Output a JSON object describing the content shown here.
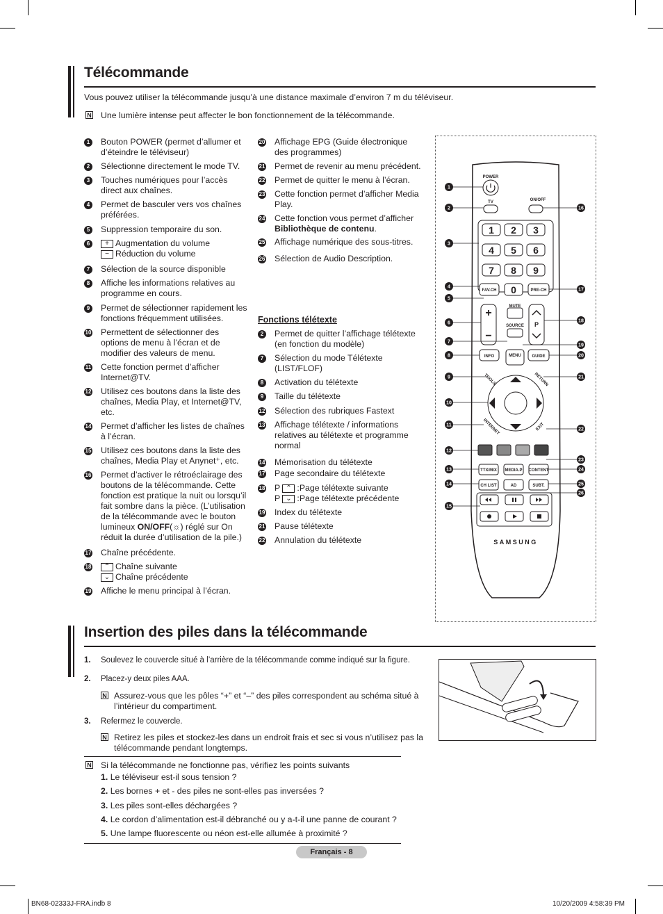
{
  "section1": {
    "title": "Télécommande",
    "intro": "Vous pouvez utiliser la télécommande jusqu’à une distance maximale d’environ 7 m du téléviseur.",
    "note": "Une lumière intense peut affecter le bon fonctionnement de la télécommande."
  },
  "left_items": [
    {
      "n": "1",
      "t": "Bouton POWER (permet d’allumer et\nd’éteindre le téléviseur)"
    },
    {
      "n": "2",
      "t": "Sélectionne directement le mode TV."
    },
    {
      "n": "3",
      "t": "Touches numériques pour l’accès\ndirect aux chaînes."
    },
    {
      "n": "4",
      "t": "Permet de basculer vers vos chaînes\npréférées."
    },
    {
      "n": "5",
      "t": "Suppression temporaire du son."
    },
    {
      "n": "6",
      "t": ""
    },
    {
      "n": "7",
      "t": "Sélection de la source disponible"
    },
    {
      "n": "8",
      "t": "Affiche les informations relatives au\nprogramme en cours."
    },
    {
      "n": "9",
      "t": "Permet de sélectionner rapidement les\nfonctions fréquemment utilisées."
    },
    {
      "n": "10",
      "t": "Permettent de sélectionner des\noptions de menu à l’écran et de\nmodifier des valeurs de menu."
    },
    {
      "n": "11",
      "t": "Cette fonction permet d’afficher\nInternet@TV."
    },
    {
      "n": "12",
      "t": "Utilisez ces boutons dans la liste des\nchaînes, Media Play, et Internet@TV,\netc."
    },
    {
      "n": "14",
      "t": "Permet d’afficher les listes de chaînes\nà l’écran."
    },
    {
      "n": "15",
      "t": "Utilisez ces boutons dans la liste des\nchaînes, Media Play et Anynet⁺, etc."
    },
    {
      "n": "16",
      "t": ""
    },
    {
      "n": "17",
      "t": "Chaîne précédente."
    },
    {
      "n": "18",
      "t": ""
    },
    {
      "n": "19",
      "t": "Affiche le menu principal à l’écran."
    }
  ],
  "item6": {
    "plus": "Augmentation du volume",
    "minus": "Réduction du volume"
  },
  "item16": {
    "a": "Permet d’activer le rétroéclairage des\nboutons de la télécommande. Cette\nfonction est pratique la nuit ou lorsqu’il\nfait sombre dans la pièce. (L’utilisation\nde la télécommande avec le bouton\nlumineux ",
    "b": "ON/OFF",
    "c": "(",
    "d": ") réglé sur On\nréduit la durée d’utilisation de la pile.)"
  },
  "item18": {
    "up": "Chaîne suivante",
    "down": "Chaîne précédente"
  },
  "right_items": [
    {
      "n": "20",
      "t": "Affichage EPG (Guide électronique\ndes programmes)"
    },
    {
      "n": "21",
      "t": "Permet de revenir au menu précédent."
    },
    {
      "n": "22",
      "t": "Permet de quitter le menu à l’écran."
    },
    {
      "n": "23",
      "t": "Cette fonction permet d’afficher Media\nPlay."
    },
    {
      "n": "24",
      "t": ""
    },
    {
      "n": "25",
      "t": "Affichage numérique des sous-titres."
    },
    {
      "n": "26",
      "t": "Sélection de Audio Description."
    }
  ],
  "item24": {
    "a": "Cette fonction vous permet d’afficher",
    "b": "Bibliothèque de contenu",
    "c": "."
  },
  "teletext": {
    "title": "Fonctions télétexte",
    "items": [
      {
        "n": "2",
        "t": "Permet de quitter l’affichage télétexte\n(en fonction du modèle)"
      },
      {
        "n": "7",
        "t": "Sélection du mode Télétexte\n(LIST/FLOF)"
      },
      {
        "n": "8",
        "t": "Activation du télétexte"
      },
      {
        "n": "9",
        "t": "Taille du télétexte"
      },
      {
        "n": "12",
        "t": "Sélection des rubriques Fastext"
      },
      {
        "n": "13",
        "t": "Affichage télétexte / informations\nrelatives au télétexte et programme\nnormal"
      },
      {
        "n": "14",
        "t": "Mémorisation du télétexte"
      },
      {
        "n": "17",
        "t": "Page secondaire du télétexte"
      },
      {
        "n": "18",
        "t": ""
      },
      {
        "n": "19",
        "t": "Index du télétexte"
      },
      {
        "n": "21",
        "t": "Pause télétexte"
      },
      {
        "n": "22",
        "t": "Annulation du télétexte"
      }
    ],
    "item18": {
      "p": "P",
      "up": ":Page télétexte suivante",
      "down": ":Page télétexte précédente"
    }
  },
  "remote": {
    "labels": {
      "power": "POWER",
      "tv": "TV",
      "onoff": "ON/OFF",
      "favch": "FAV.CH",
      "prech": "PRE-CH",
      "mute": "MUTE",
      "source": "SOURCE",
      "p": "P",
      "info": "INFO",
      "menu": "MENU",
      "guide": "GUIDE",
      "tools": "TOOLS",
      "return": "RETURN",
      "internet": "INTERNET",
      "exit": "EXIT",
      "ttx": "TTX/MIX",
      "mediap": "MEDIA.P",
      "content": "CONTENT",
      "chlist": "CH LIST",
      "ad": "AD",
      "subt": "SUBT.",
      "brand": "SAMSUNG"
    },
    "digits": [
      "1",
      "2",
      "3",
      "4",
      "5",
      "6",
      "7",
      "8",
      "9",
      "0"
    ],
    "left_callouts": [
      "1",
      "2",
      "3",
      "4",
      "5",
      "6",
      "7",
      "8",
      "9",
      "10",
      "11",
      "12",
      "13",
      "14",
      "15"
    ],
    "right_callouts": [
      "16",
      "17",
      "18",
      "19",
      "20",
      "21",
      "22",
      "23",
      "24",
      "25",
      "26"
    ]
  },
  "section2": {
    "title": "Insertion des piles dans la télécommande",
    "steps": [
      {
        "n": "1.",
        "t": "Soulevez le couvercle situé à l’arrière de la télécommande comme indiqué sur la figure."
      },
      {
        "n": "2.",
        "t": "Placez-y deux piles AAA."
      },
      {
        "n": "3.",
        "t": "Refermez le couvercle."
      }
    ],
    "note2": "Assurez-vous que les pôles “+” et “–” des piles correspondent au schéma situé à\nl’intérieur du compartiment.",
    "note3": "Retirez les piles et stockez-les dans un endroit frais et sec si vous n’utilisez pas la\ntélécommande pendant longtemps.",
    "check_intro": "Si la télécommande ne fonctionne pas, vérifiez les points suivants",
    "checks": [
      {
        "n": "1.",
        "t": "Le téléviseur est-il sous tension ?"
      },
      {
        "n": "2.",
        "t": "Les bornes + et - des piles ne sont-elles pas inversées ?"
      },
      {
        "n": "3.",
        "t": "Les piles sont-elles déchargées ?"
      },
      {
        "n": "4.",
        "t": "Le cordon d’alimentation est-il débranché ou y a-t-il une panne de courant ?"
      },
      {
        "n": "5.",
        "t": "Une lampe fluorescente ou néon est-elle allumée à proximité ?"
      }
    ]
  },
  "footer": {
    "page": "Français - 8",
    "file": "BN68-02333J-FRA.indb   8",
    "date": "10/20/2009   4:58:39 PM"
  }
}
